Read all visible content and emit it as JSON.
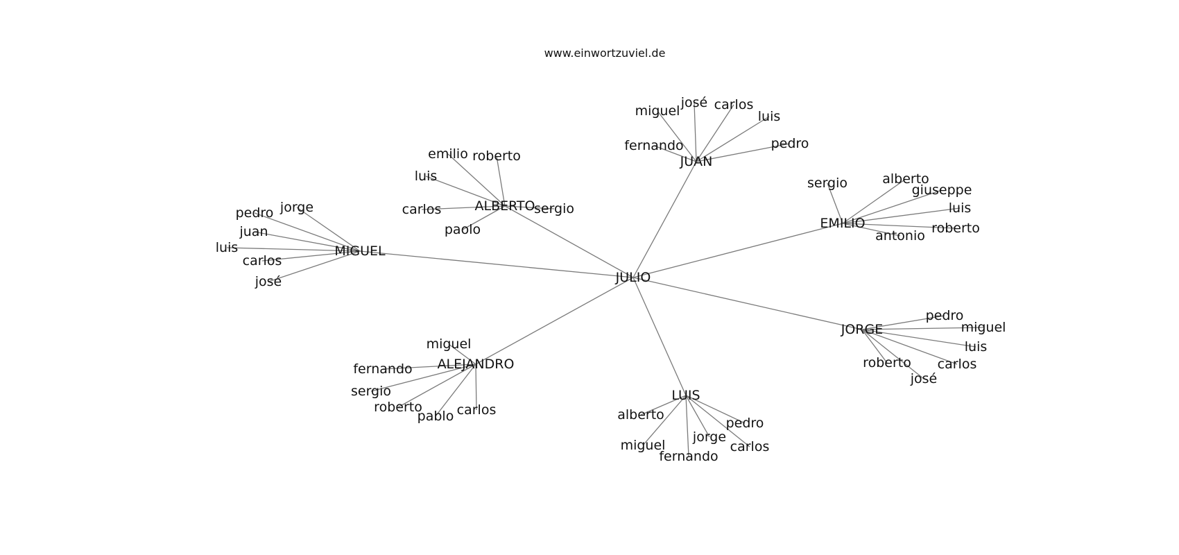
{
  "title": "www.einwortzuviel.de",
  "center": "JULIO",
  "groups": [
    {
      "id": "juan",
      "name": "JUAN",
      "names": [
        "miguel",
        "josé",
        "carlos",
        "luis",
        "fernando",
        "pedro"
      ]
    },
    {
      "id": "alberto",
      "name": "ALBERTO",
      "names": [
        "emilio",
        "roberto",
        "luis",
        "carlos",
        "sergio",
        "paolo"
      ]
    },
    {
      "id": "emilio",
      "name": "EMILIO",
      "names": [
        "sergio",
        "alberto",
        "giuseppe",
        "luis",
        "roberto",
        "antonio"
      ]
    },
    {
      "id": "miguel",
      "name": "MIGUEL",
      "names": [
        "jorge",
        "pedro",
        "juan",
        "luis",
        "carlos",
        "josé"
      ]
    },
    {
      "id": "jorge",
      "name": "JORGE",
      "names": [
        "pedro",
        "miguel",
        "luis",
        "roberto",
        "carlos",
        "josé"
      ]
    },
    {
      "id": "alejandro",
      "name": "ALEJANDRO",
      "names": [
        "miguel",
        "fernando",
        "sergio",
        "roberto",
        "pablo",
        "carlos"
      ]
    },
    {
      "id": "luis",
      "name": "LUIS",
      "names": [
        "alberto",
        "pedro",
        "jorge",
        "miguel",
        "carlos",
        "fernando"
      ]
    }
  ]
}
